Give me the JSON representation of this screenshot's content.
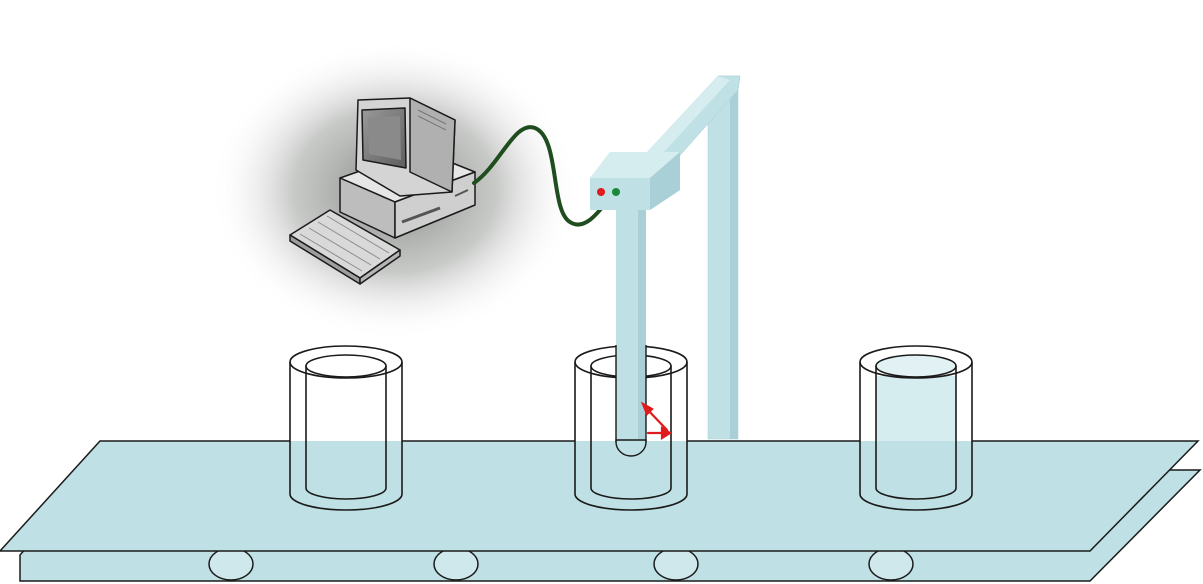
{
  "scene": {
    "colors": {
      "background": "#ffffff",
      "conveyor_fill": "#bfe0e4",
      "conveyor_stroke": "#1a1a1a",
      "stand_fill": "#bfe0e4",
      "stand_shade": "#a9d0d6",
      "stand_light": "#d6edf0",
      "cable": "#1f4d1f",
      "led_red": "#e01b1b",
      "led_green": "#1a8a3a",
      "signal_arrow": "#e01b1b",
      "computer_body": "#d9d9d9",
      "computer_dark": "#6d6d6d",
      "computer_outline": "#1a1a1a",
      "glow": "#8c8f8c"
    },
    "containers": [
      {
        "label": "container-empty",
        "filled": false
      },
      {
        "label": "container-measured",
        "filled": false
      },
      {
        "label": "container-filled",
        "filled": true
      }
    ],
    "icons": {
      "computer": "desktop-computer-icon",
      "sensor": "level-sensor-icon",
      "signal": "signal-reflection-icon"
    }
  }
}
